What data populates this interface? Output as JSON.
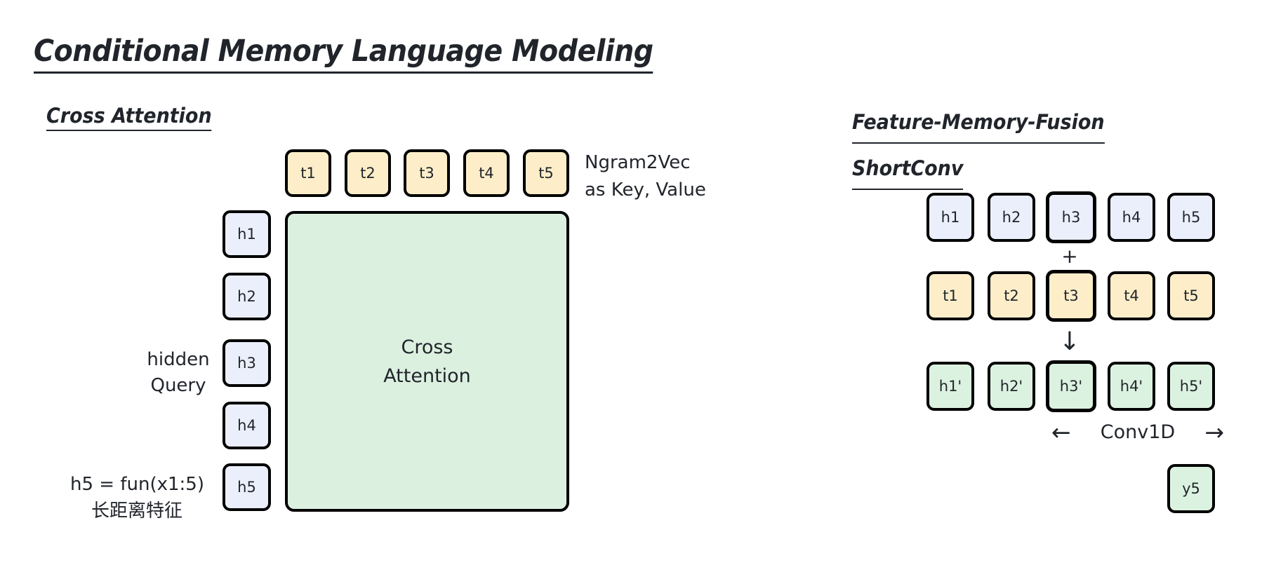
{
  "page": {
    "title": "Conditional Memory Language Modeling",
    "background": "#ffffff"
  },
  "colors": {
    "cream": "#fdeec9",
    "blue": "#eaeffb",
    "green": "#dcf2e0",
    "panel_green": "#dcf0e0",
    "stroke": "#000000",
    "text": "#21252b"
  },
  "left_panel": {
    "heading": "Cross Attention",
    "memory_tokens": [
      {
        "label": "t1"
      },
      {
        "label": "t2"
      },
      {
        "label": "t3"
      },
      {
        "label": "t4"
      },
      {
        "label": "t5"
      }
    ],
    "memory_caption": {
      "line1": "Ngram2Vec",
      "line2": "as Key, Value"
    },
    "hidden_states": [
      {
        "label": "h1"
      },
      {
        "label": "h2"
      },
      {
        "label": "h3"
      },
      {
        "label": "h4"
      },
      {
        "label": "h5"
      }
    ],
    "hidden_caption": {
      "line1": "hidden",
      "line2": "Query"
    },
    "h5_caption": {
      "line1": "h5 = fun(x1:5)",
      "line2": "长距离特征"
    },
    "attention_block": {
      "line1": "Cross",
      "line2": "Attention"
    }
  },
  "right_panel": {
    "heading_line1": "Feature-Memory-Fusion",
    "heading_line2": "ShortConv",
    "hidden_row": [
      {
        "label": "h1",
        "emphasis": false
      },
      {
        "label": "h2",
        "emphasis": false
      },
      {
        "label": "h3",
        "emphasis": true
      },
      {
        "label": "h4",
        "emphasis": false
      },
      {
        "label": "h5",
        "emphasis": false
      }
    ],
    "memory_row": [
      {
        "label": "t1",
        "emphasis": false
      },
      {
        "label": "t2",
        "emphasis": false
      },
      {
        "label": "t3",
        "emphasis": true
      },
      {
        "label": "t4",
        "emphasis": false
      },
      {
        "label": "t5",
        "emphasis": false
      }
    ],
    "output_row": [
      {
        "label": "h1'",
        "emphasis": false
      },
      {
        "label": "h2'",
        "emphasis": false
      },
      {
        "label": "h3'",
        "emphasis": true
      },
      {
        "label": "h4'",
        "emphasis": false
      },
      {
        "label": "h5'",
        "emphasis": false
      }
    ],
    "plus_operator": "+",
    "down_arrow": "↓",
    "conv_label": "Conv1D",
    "left_arrow": "←",
    "right_arrow": "→",
    "final_output": {
      "label": "y5"
    }
  }
}
